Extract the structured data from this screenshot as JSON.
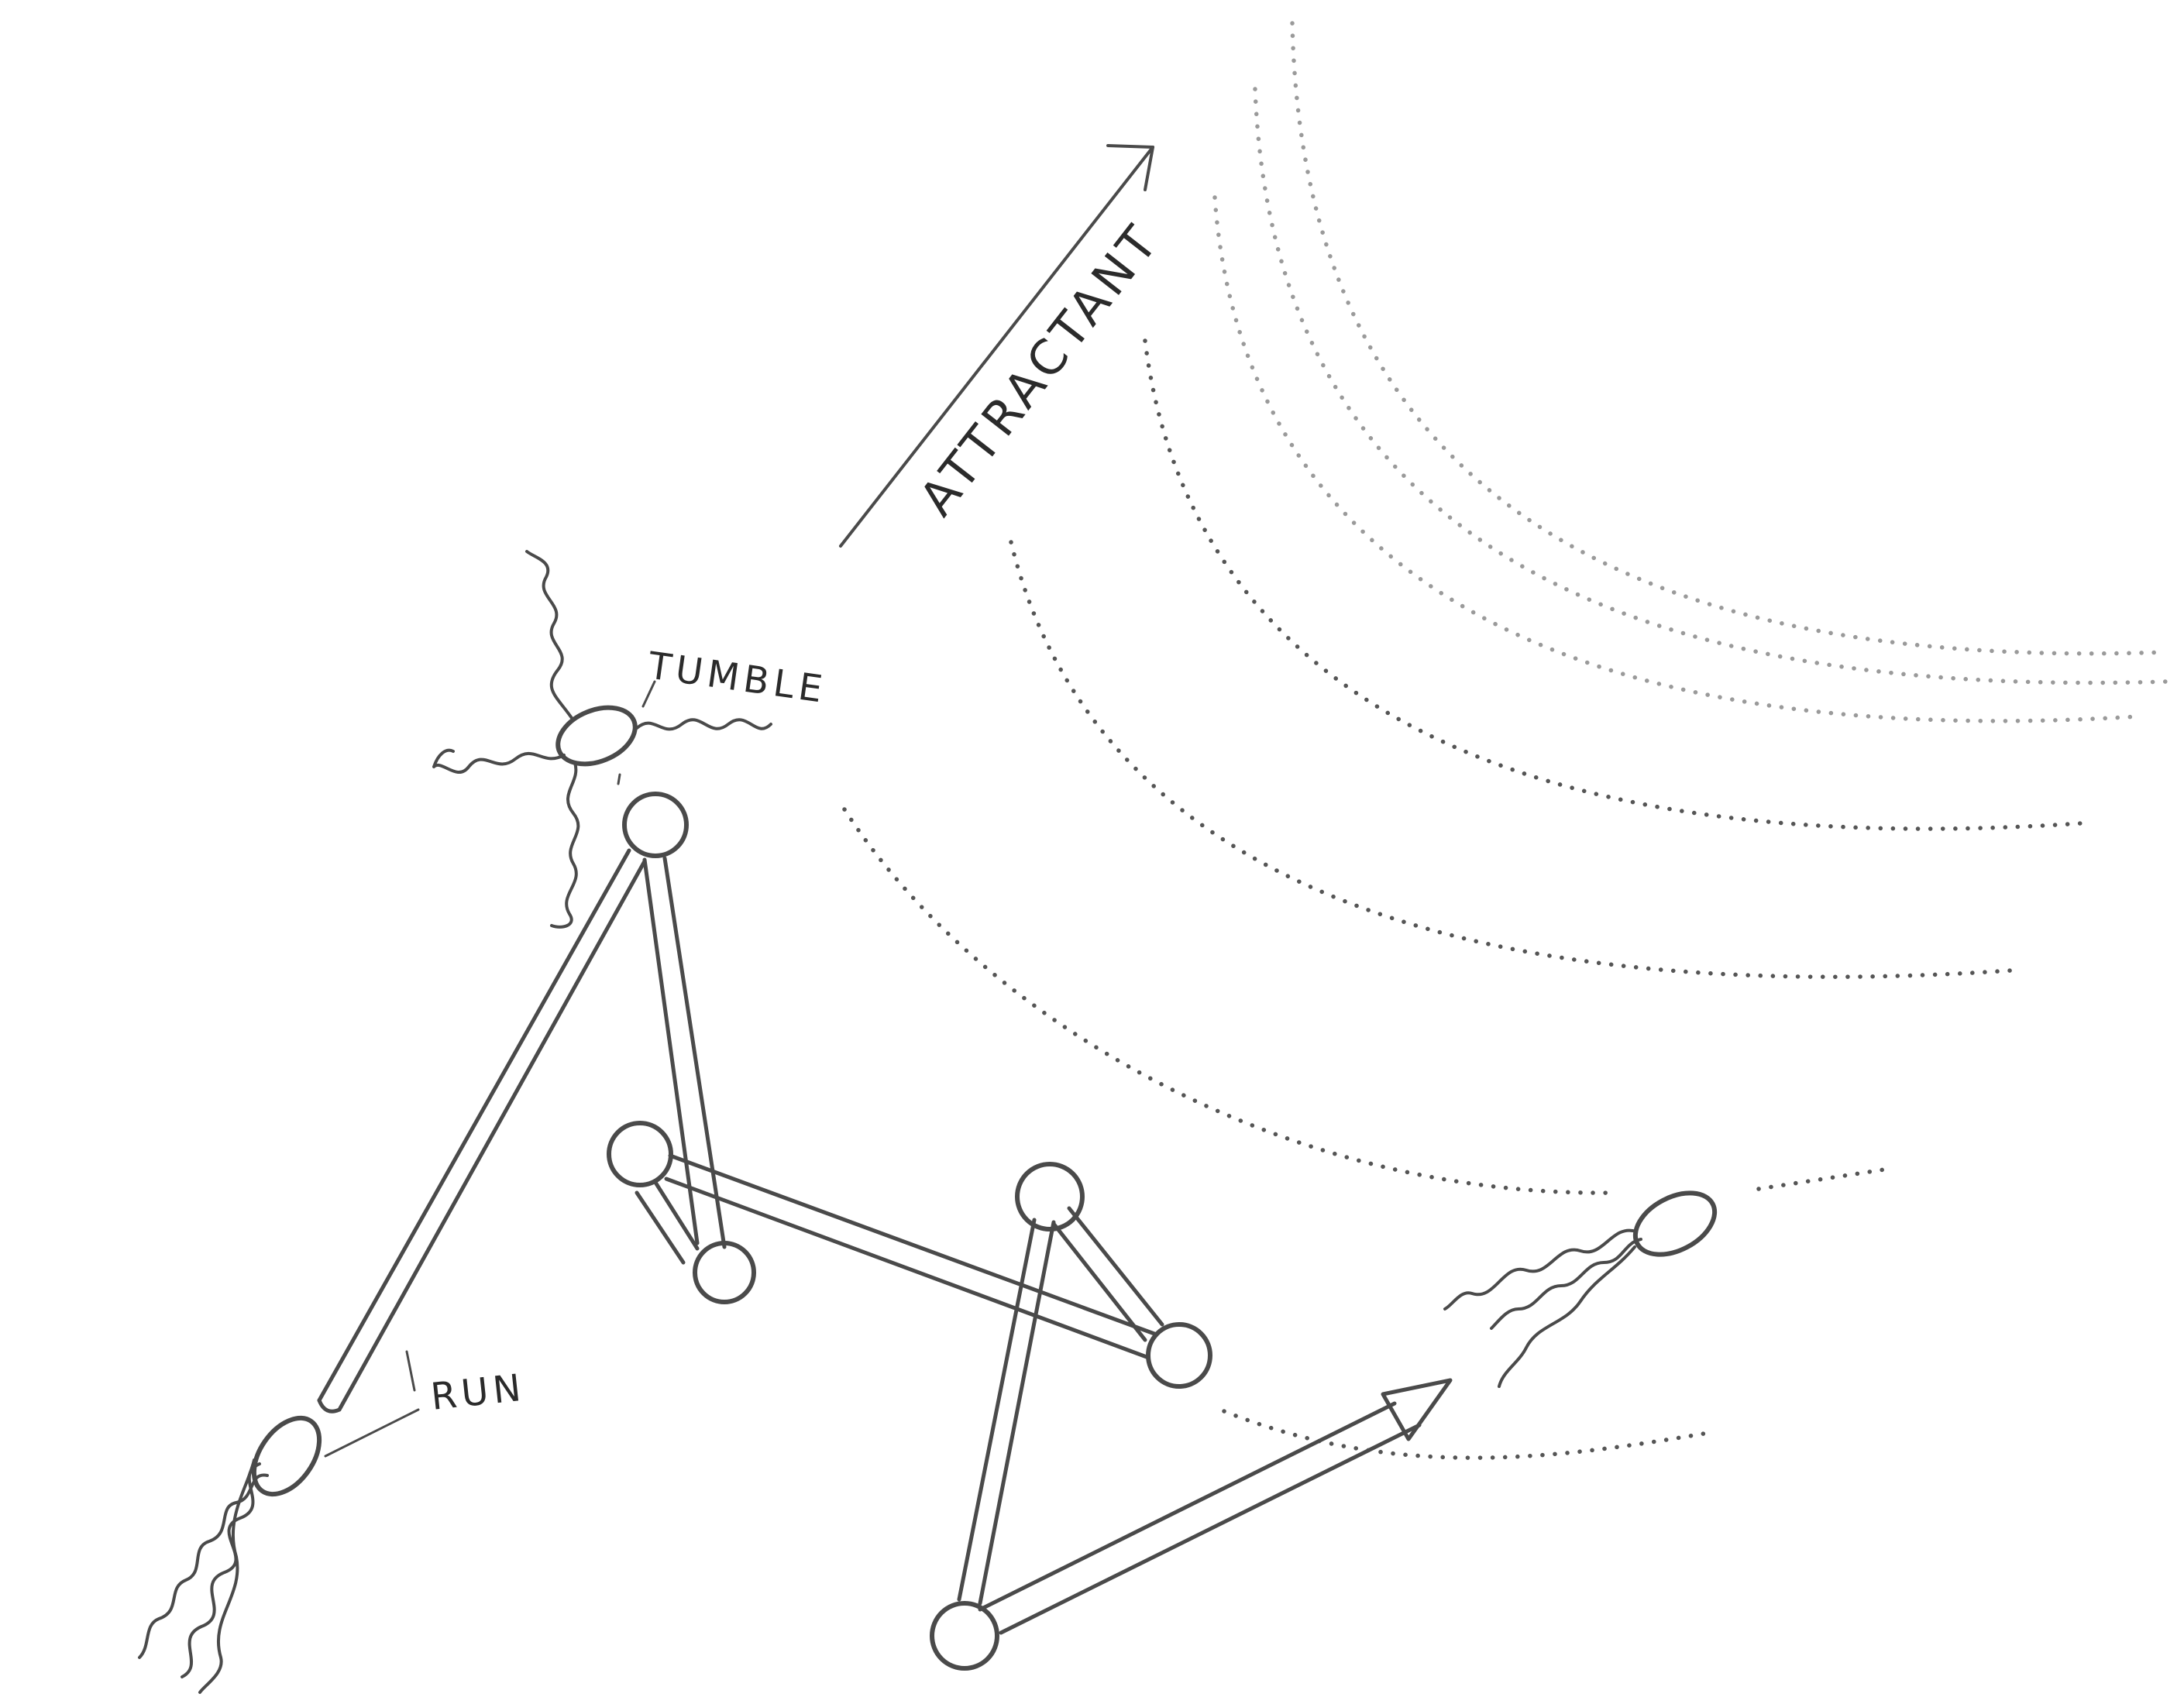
{
  "labels": {
    "attractant": "ATTRACTANT",
    "tumble": "TUMBLE",
    "run": "RUN"
  },
  "colors": {
    "ink": "#4a4a4a",
    "dots": "#555555",
    "background": "#ffffff"
  }
}
